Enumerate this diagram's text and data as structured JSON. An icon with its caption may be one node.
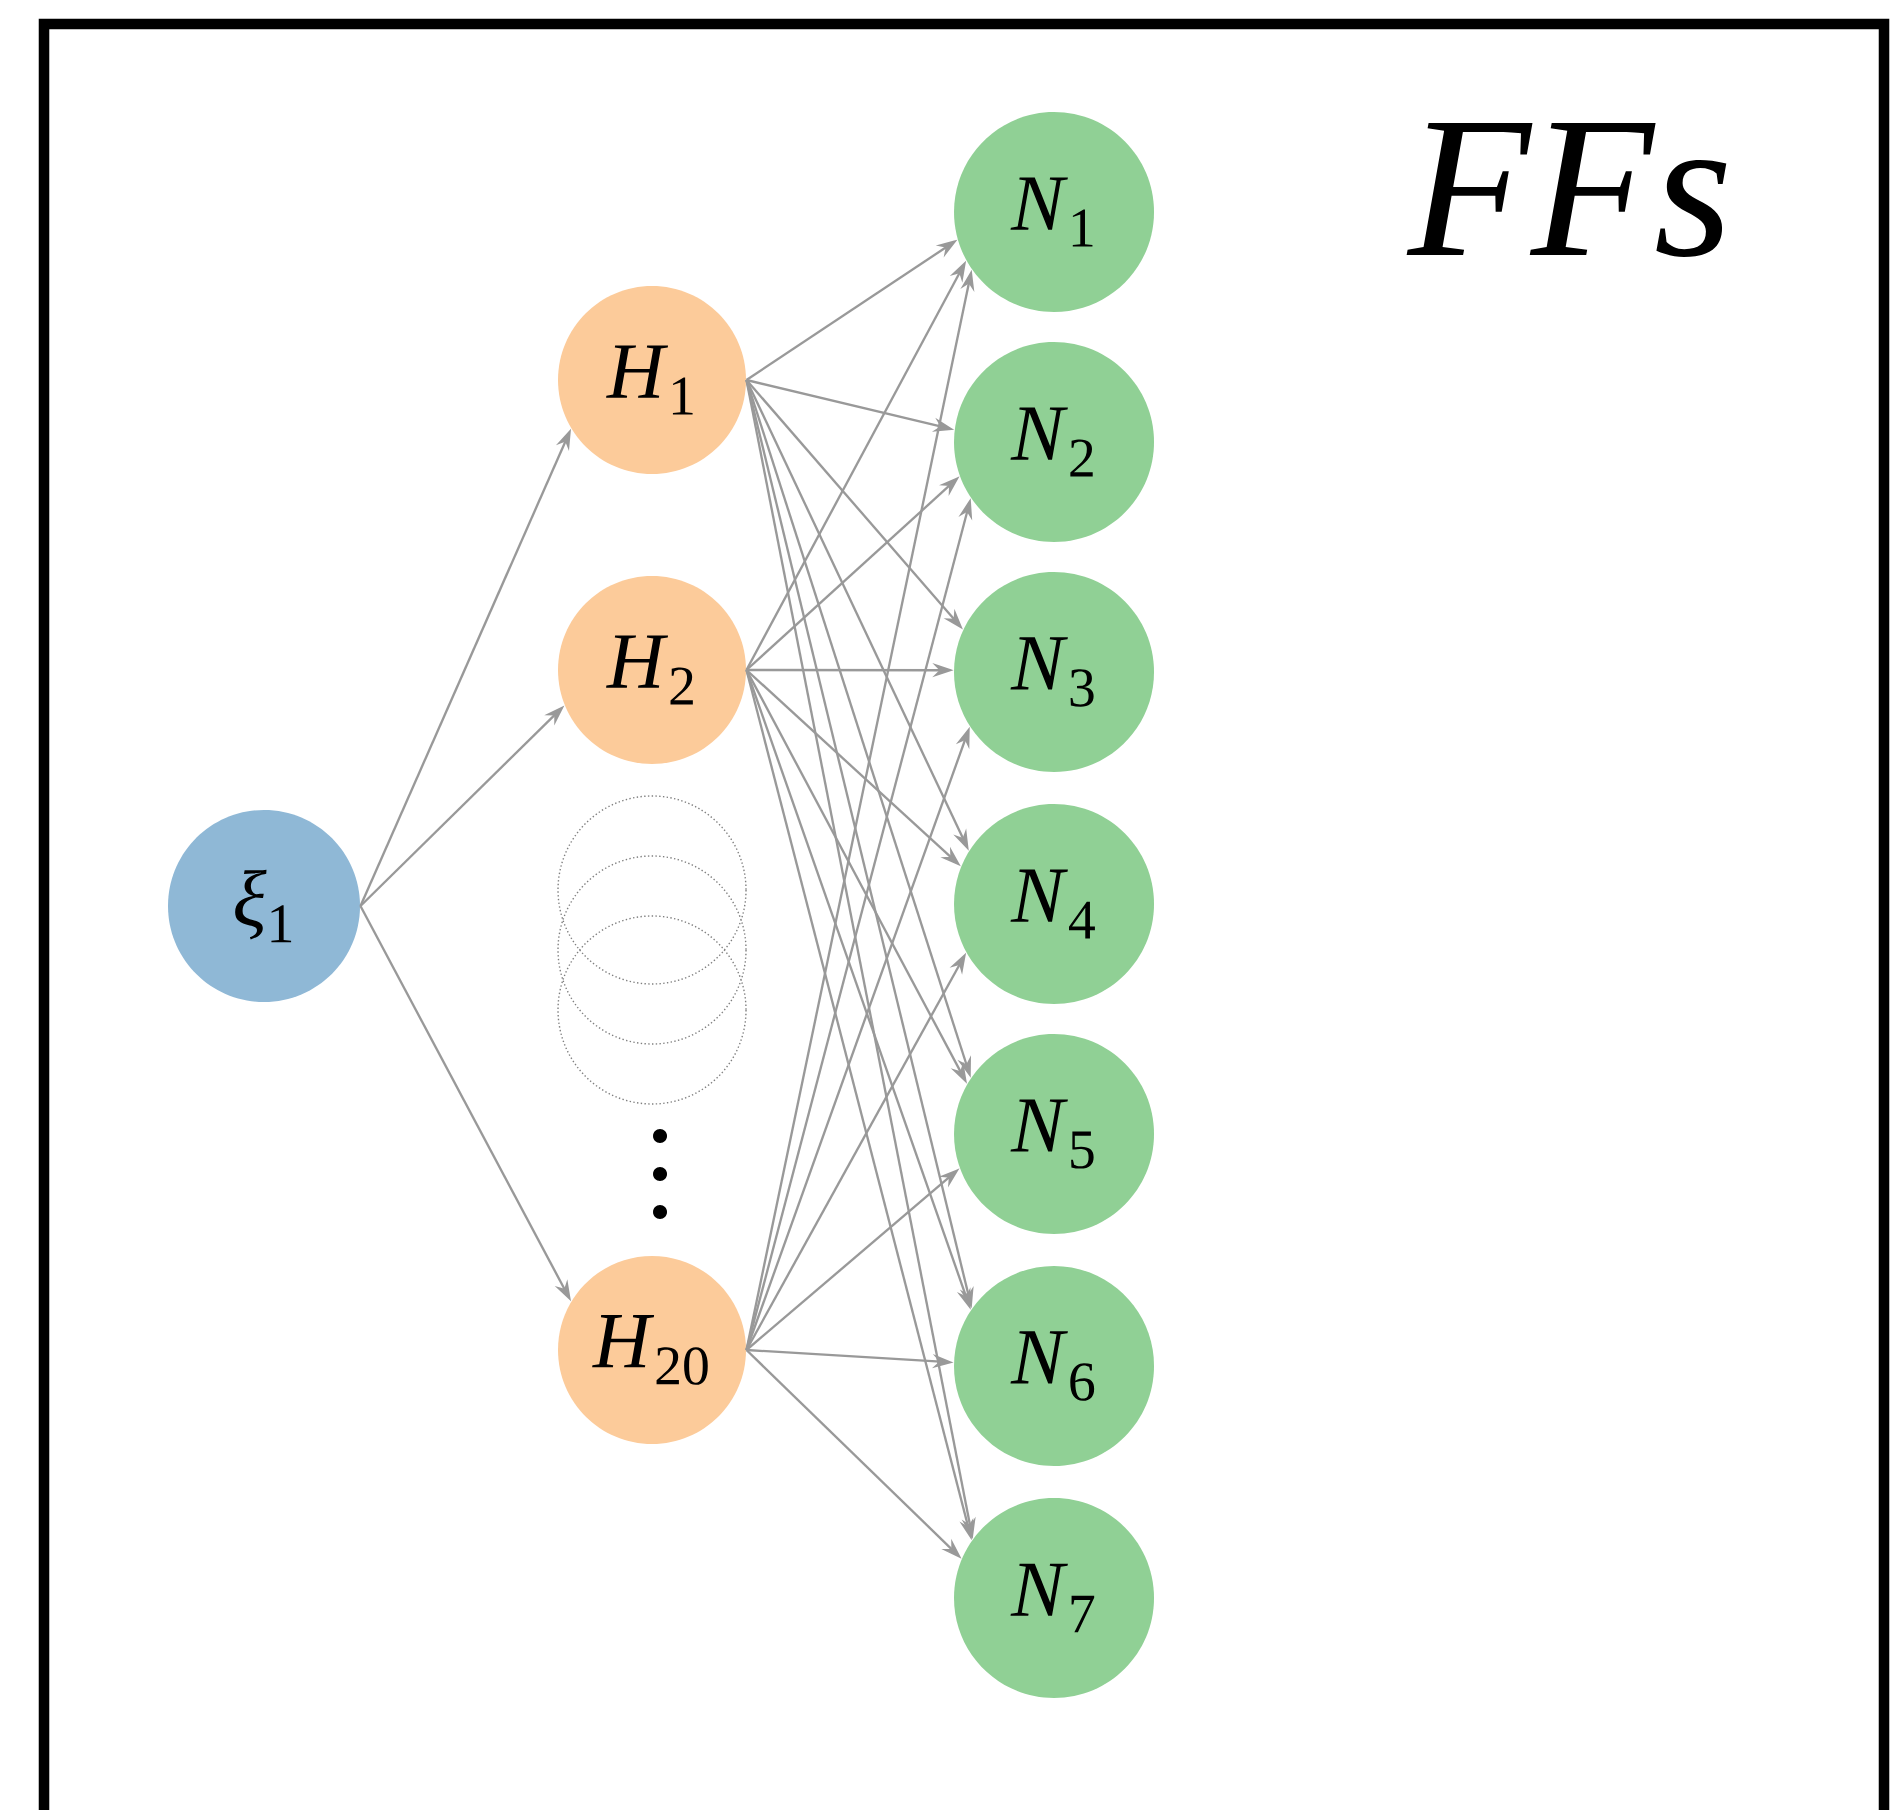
{
  "diagram": {
    "title": "FFs",
    "nodes": [
      {
        "text": [
          "*ξ*$_{1}$"
        ]
      },
      {
        "text": [
          "*H*$_{1}$"
        ]
      },
      {
        "text": [
          "*H*$_{2}$"
        ]
      },
      {
        "text": [
          "*H*$_{20}$"
        ]
      },
      {
        "text": [
          "*N*$_{1}$"
        ]
      },
      {
        "text": [
          "*N*$_{2}$"
        ]
      },
      {
        "text": [
          "*N*$_{3}$"
        ]
      },
      {
        "text": [
          "*N*$_{4}$"
        ]
      },
      {
        "text": [
          "*N*$_{5}$"
        ]
      },
      {
        "text": [
          "*N*$_{6}$"
        ]
      },
      {
        "text": [
          "*N*$_{7}$"
        ]
      }
    ],
    "edges": [
      {
        "from": 0,
        "to": 1,
        "arrow": "to"
      },
      {
        "from": 0,
        "to": 2,
        "arrow": "to"
      },
      {
        "from": 0,
        "to": 3,
        "arrow": "to"
      },
      {
        "from": 1,
        "to": 4,
        "arrow": "to"
      },
      {
        "from": 1,
        "to": 5,
        "arrow": "to"
      },
      {
        "from": 1,
        "to": 6,
        "arrow": "to"
      },
      {
        "from": 1,
        "to": 7,
        "arrow": "to"
      },
      {
        "from": 1,
        "to": 8,
        "arrow": "to"
      },
      {
        "from": 1,
        "to": 9,
        "arrow": "to"
      },
      {
        "from": 1,
        "to": 10,
        "arrow": "to"
      },
      {
        "from": 2,
        "to": 4,
        "arrow": "to"
      },
      {
        "from": 2,
        "to": 5,
        "arrow": "to"
      },
      {
        "from": 2,
        "to": 6,
        "arrow": "to"
      },
      {
        "from": 2,
        "to": 7,
        "arrow": "to"
      },
      {
        "from": 2,
        "to": 8,
        "arrow": "to"
      },
      {
        "from": 2,
        "to": 9,
        "arrow": "to"
      },
      {
        "from": 2,
        "to": 10,
        "arrow": "to"
      },
      {
        "from": 3,
        "to": 4,
        "arrow": "to"
      },
      {
        "from": 3,
        "to": 5,
        "arrow": "to"
      },
      {
        "from": 3,
        "to": 6,
        "arrow": "to"
      },
      {
        "from": 3,
        "to": 7,
        "arrow": "to"
      },
      {
        "from": 3,
        "to": 8,
        "arrow": "to"
      },
      {
        "from": 3,
        "to": 9,
        "arrow": "to"
      },
      {
        "from": 3,
        "to": 10,
        "arrow": "to"
      }
    ]
  }
}
